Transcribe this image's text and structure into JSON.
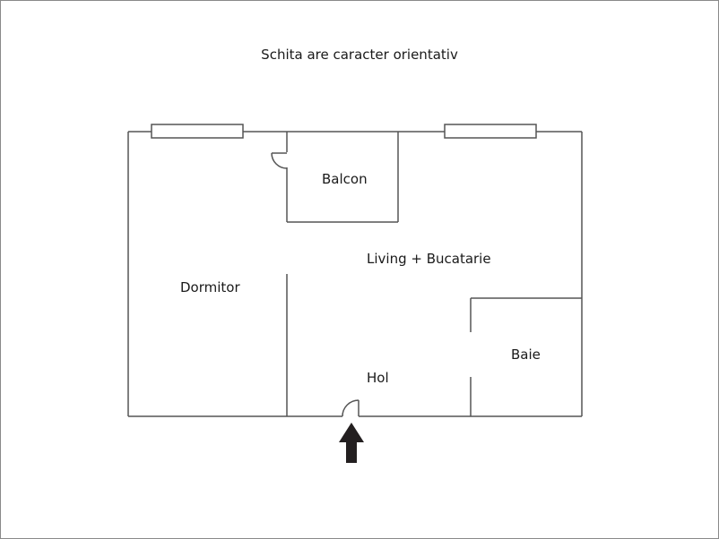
{
  "title": "Schita are caracter orientativ",
  "rooms": [
    {
      "name": "Balcon"
    },
    {
      "name": "Living + Bucatarie"
    },
    {
      "name": "Dormitor"
    },
    {
      "name": "Baie"
    },
    {
      "name": "Hol"
    }
  ],
  "entrance": {
    "icon": "arrow-up-icon",
    "color": "#231f20"
  },
  "colors": {
    "wall": "#555555",
    "frame": "#8a8a8a",
    "text": "#1a1a1a"
  }
}
